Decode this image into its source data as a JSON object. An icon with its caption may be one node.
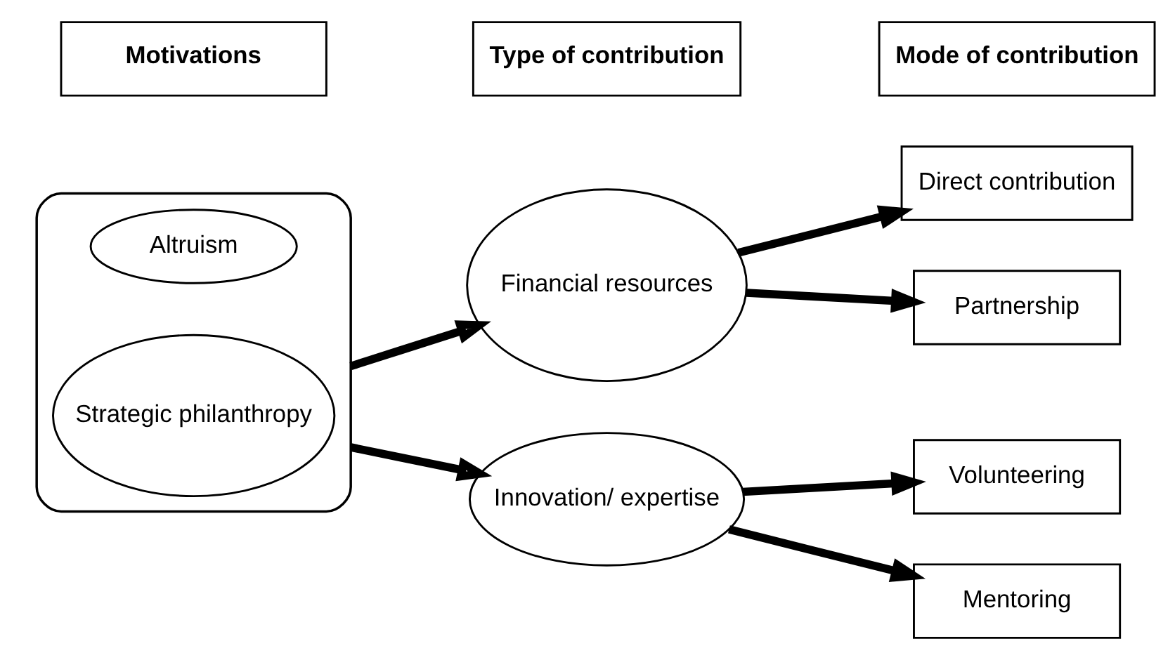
{
  "diagram": {
    "nodes": [
      {
        "text": [
          "Motivations"
        ]
      },
      {
        "text": [
          "Type of contribution"
        ]
      },
      {
        "text": [
          "Mode of contribution"
        ]
      },
      {
        "text": [],
        "shape": "ellipse"
      },
      {
        "text": [
          "Altruism"
        ],
        "in": 3
      },
      {
        "text": [
          "Strategic philanthropy"
        ],
        "in": 3
      },
      {
        "text": [
          "Financial resources"
        ]
      },
      {
        "text": [
          "Innovation/ expertise"
        ]
      },
      {
        "text": [
          "Direct contribution"
        ]
      },
      {
        "text": [
          "Partnership"
        ]
      },
      {
        "text": [
          "Volunteering"
        ]
      },
      {
        "text": [
          "Mentoring"
        ]
      }
    ],
    "edges": [
      {
        "from": 3,
        "to": 6,
        "arrow": "to"
      },
      {
        "from": 3,
        "to": 7,
        "arrow": "to"
      },
      {
        "from": 6,
        "to": 8,
        "arrow": "to"
      },
      {
        "from": 6,
        "to": 9,
        "arrow": "to"
      },
      {
        "from": 7,
        "to": 10,
        "arrow": "to"
      },
      {
        "from": 7,
        "to": 11,
        "arrow": "to"
      }
    ]
  }
}
